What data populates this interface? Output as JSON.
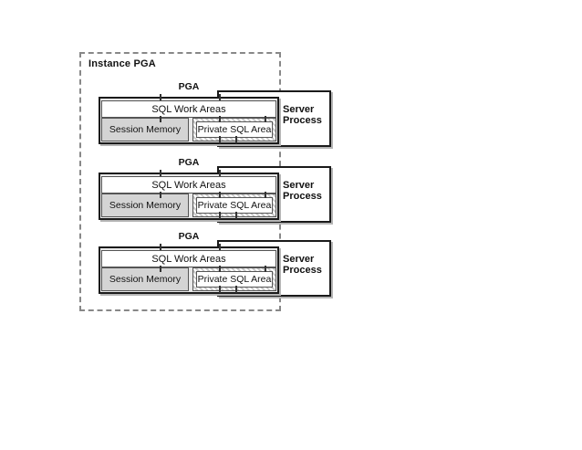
{
  "diagram": {
    "container_label": "Instance PGA",
    "blocks": [
      {
        "pga_label": "PGA",
        "sql_work_areas": "SQL Work Areas",
        "session_memory": "Session Memory",
        "private_sql_area": "Private SQL Area",
        "server_process": "Server Process"
      },
      {
        "pga_label": "PGA",
        "sql_work_areas": "SQL Work Areas",
        "session_memory": "Session Memory",
        "private_sql_area": "Private SQL Area",
        "server_process": "Server Process"
      },
      {
        "pga_label": "PGA",
        "sql_work_areas": "SQL Work Areas",
        "session_memory": "Session Memory",
        "private_sql_area": "Private SQL Area",
        "server_process": "Server Process"
      }
    ],
    "colors": {
      "border_dark": "#1a1a1a",
      "dashed_border": "#888888",
      "pga_fill": "#e9e9e9",
      "session_fill": "#d4d4d4",
      "white_fill": "#ffffff",
      "hatch_stripe": "#c9c9c9",
      "inner_border": "#555555",
      "shadow": "#b5b5b5",
      "text": "#111111"
    }
  }
}
